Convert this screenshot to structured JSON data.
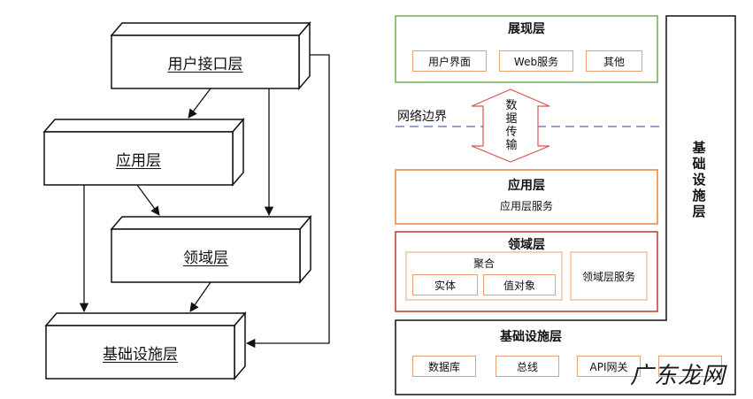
{
  "left": {
    "user_interface": "用户接口层",
    "application": "应用层",
    "domain": "领域层",
    "infrastructure": "基础设施层"
  },
  "right": {
    "presentation": {
      "title": "展现层",
      "items": [
        "用户界面",
        "Web服务",
        "其他"
      ]
    },
    "network_boundary": "网络边界",
    "data_transfer": "数据传输",
    "application": {
      "title": "应用层",
      "service": "应用层服务"
    },
    "domain": {
      "title": "领域层",
      "aggregate": "聚合",
      "entity": "实体",
      "value_object": "值对象",
      "service": "领域层服务"
    },
    "infrastructure": {
      "title": "基础设施层",
      "vertical_title": "基础设施层",
      "items": [
        "数据库",
        "总线",
        "API网关"
      ]
    }
  },
  "watermark": "广东龙网",
  "colors": {
    "presentation_border": "#6ab04c",
    "application_border": "#e8833a",
    "domain_border": "#c0392b",
    "boundary_line": "#4a6fb5",
    "arrow_outline": "#d9534f"
  }
}
